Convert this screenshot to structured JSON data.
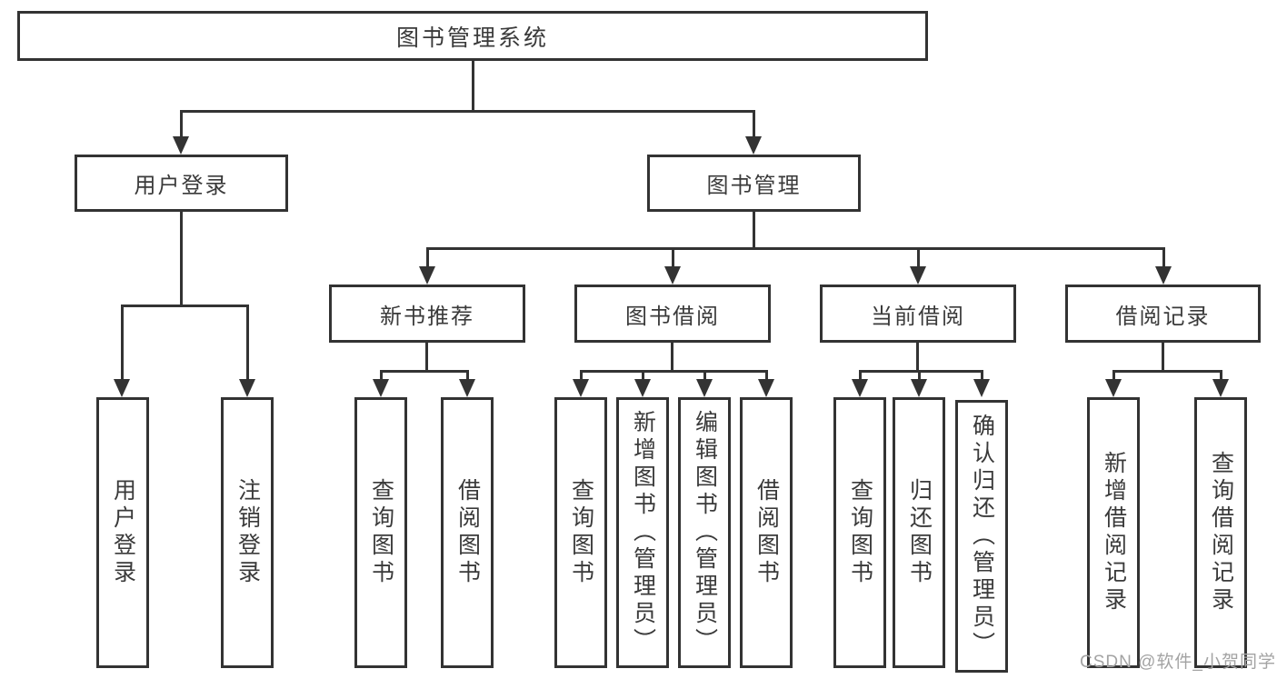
{
  "tree": {
    "root": "图书管理系统",
    "branches": [
      {
        "label": "用户登录",
        "children": [
          {
            "label": "用户登录"
          },
          {
            "label": "注销登录"
          }
        ]
      },
      {
        "label": "图书管理",
        "children": [
          {
            "label": "新书推荐",
            "children": [
              {
                "label": "查询图书"
              },
              {
                "label": "借阅图书"
              }
            ]
          },
          {
            "label": "图书借阅",
            "children": [
              {
                "label": "查询图书"
              },
              {
                "label": "新增图书（管理员）"
              },
              {
                "label": "编辑图书（管理员）"
              },
              {
                "label": "借阅图书"
              }
            ]
          },
          {
            "label": "当前借阅",
            "children": [
              {
                "label": "查询图书"
              },
              {
                "label": "归还图书"
              },
              {
                "label": "确认归还（管理员）"
              }
            ]
          },
          {
            "label": "借阅记录",
            "children": [
              {
                "label": "新增借阅记录"
              },
              {
                "label": "查询借阅记录"
              }
            ]
          }
        ]
      }
    ]
  },
  "watermark": "CSDN @软件_小贺同学",
  "colors": {
    "line": "#333333",
    "text": "#3a3a3a",
    "watermark": "#a3a3a3",
    "background": "#ffffff"
  }
}
